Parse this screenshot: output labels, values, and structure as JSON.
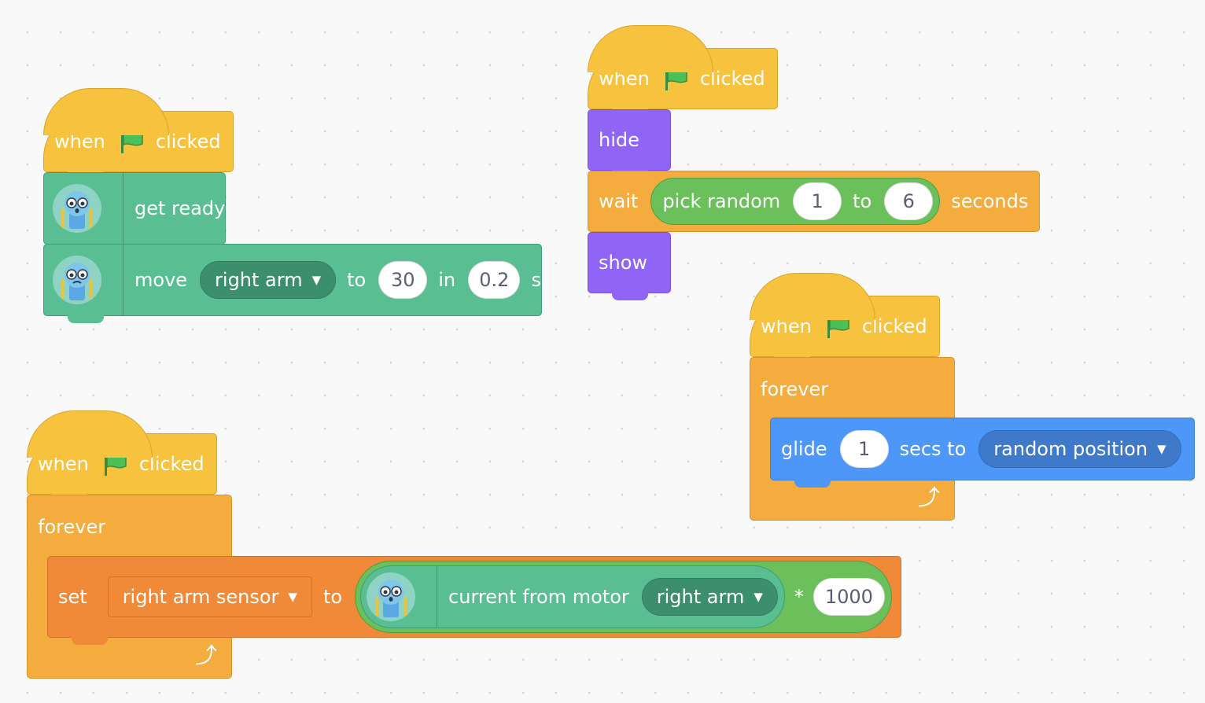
{
  "labels": {
    "when": "when",
    "clicked": "clicked",
    "get_ready": "get ready",
    "move": "move",
    "to": "to",
    "in": "in",
    "s": "s",
    "hide": "hide",
    "wait": "wait",
    "pick_random": "pick random",
    "seconds": "seconds",
    "show": "show",
    "forever": "forever",
    "glide": "glide",
    "secs_to": "secs to",
    "set": "set",
    "current_from_motor": "current from motor",
    "times": "*"
  },
  "script1": {
    "move_part": "right arm",
    "move_to_value": "30",
    "move_in_value": "0.2"
  },
  "script2": {
    "random_from": "1",
    "random_to": "6"
  },
  "script3": {
    "glide_secs": "1",
    "glide_target": "random position"
  },
  "script4": {
    "variable": "right arm sensor",
    "motor": "right arm",
    "multiplier": "1000"
  },
  "colors": {
    "events": "#f7c23e",
    "looks": "#9065f5",
    "control": "#f3ac3d",
    "motion": "#4d97f8",
    "extension": "#59be92",
    "operators": "#6cc05c",
    "variables": "#f08a38",
    "flag": "#4cbf56"
  },
  "icons": [
    "green-flag-icon",
    "robot-avatar-icon",
    "dropdown-caret-icon",
    "loop-arrow-icon"
  ]
}
